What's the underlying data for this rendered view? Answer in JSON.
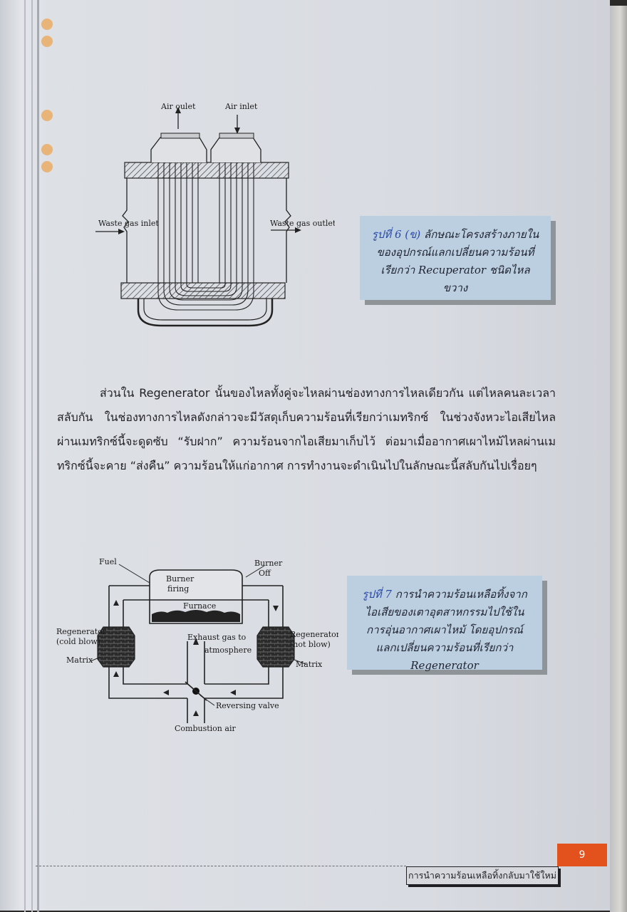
{
  "figure6": {
    "labels": {
      "air_outlet": "Air oulet",
      "air_inlet": "Air inlet",
      "waste_gas_inlet": "Waste gas inlet",
      "waste_gas_outlet": "Waste gas outlet"
    },
    "caption_num": "รูปที่ 6 (ข)",
    "caption_text": "ลักษณะโครงสร้างภายในของอุปกรณ์แลกเปลี่ยนความร้อนที่เรียกว่า Recuperator ชนิดไหลขวาง"
  },
  "body_paragraph": "ส่วนใน Regenerator นั้นของไหลทั้งคู่จะไหลผ่านช่องทางการไหลเดียวกัน แต่ไหลคนละเวลาสลับกัน ในช่องทางการไหลดังกล่าวจะมีวัสดุเก็บความร้อนที่เรียกว่าเมทริกซ์ ในช่วงจังหวะไอเสียไหลผ่านเมทริกซ์นี้จะดูดซับ “รับฝาก” ความร้อนจากไอเสียมาเก็บไว้ ต่อมาเมื่ออากาศเผาไหม้ไหลผ่านเมทริกซ์นี้จะคาย “ส่งคืน” ความร้อนให้แก่อากาศ การทำงานจะดำเนินไปในลักษณะนี้สลับกันไปเรื่อยๆ",
  "figure7": {
    "labels": {
      "fuel": "Fuel",
      "burner_firing_1": "Burner",
      "burner_firing_2": "firing",
      "burner_off_1": "Burner",
      "burner_off_2": "Off",
      "furnace": "Furnace",
      "regen_cold_1": "Regenerator",
      "regen_cold_2": "(cold blow)",
      "regen_hot_1": "Regenerator",
      "regen_hot_2": "(hot blow)",
      "matrix_left": "Matrix",
      "matrix_right": "Matrix",
      "exhaust_1": "Exhaust gas to",
      "exhaust_2": "atmosphere",
      "reversing_valve": "Reversing valve",
      "combustion_air": "Combustion air"
    },
    "caption_num": "รูปที่ 7",
    "caption_text": "การนำความร้อนเหลือทิ้งจากไอเสียของเตาอุตสาหกรรมไปใช้ในการอุ่นอากาศเผาไหม้ โดยอุปกรณ์แลกเปลี่ยนความร้อนที่เรียกว่า Regenerator"
  },
  "footer": {
    "page_number": "9",
    "title": "การนำความร้อนเหลือทิ้งกลับมาใช้ใหม่"
  },
  "colors": {
    "caption_bg": "#bccfe0",
    "page_tab": "#e3511d",
    "binder_dot": "#e9b478"
  }
}
